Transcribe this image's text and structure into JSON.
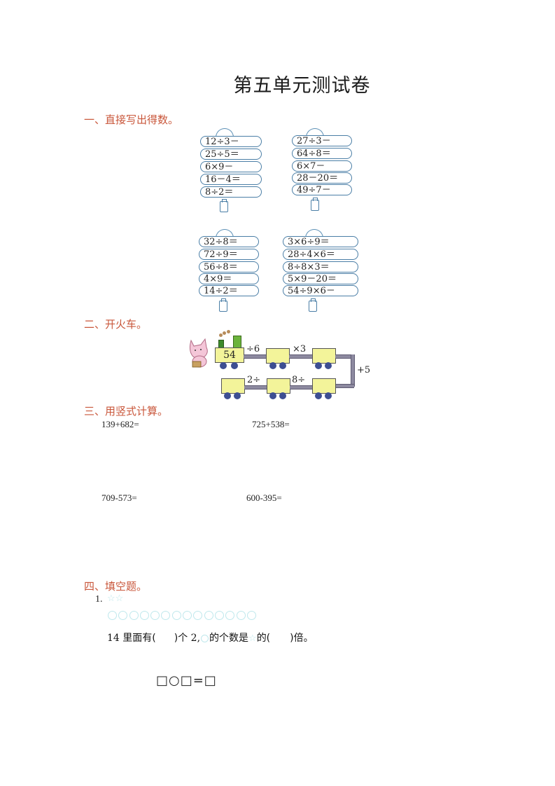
{
  "title": "第五单元测试卷",
  "sections": {
    "s1": {
      "heading": "一、直接写出得数。",
      "groups": [
        [
          "12÷3－",
          "25÷5＝",
          "6×9－",
          "16－4＝",
          "8÷2＝"
        ],
        [
          "27÷3－",
          "64÷8＝",
          "6×7－",
          "28－20＝",
          "49÷7－"
        ],
        [
          "32÷8＝",
          "72÷9＝",
          "56÷8＝",
          "4×9＝",
          "14÷2＝"
        ],
        [
          "3×6÷9＝",
          "28÷4×6＝",
          "8÷8×3＝",
          "5×9－20＝",
          "54÷9×6－"
        ]
      ]
    },
    "s2": {
      "heading": "二、开火车。",
      "start_value": "54",
      "ops": {
        "top1": "÷6",
        "top2": "×3",
        "right": "+5",
        "bottom1": "8÷",
        "bottom2": "2÷"
      }
    },
    "s3": {
      "heading": "三、用竖式计算。",
      "problems": [
        "139+682=",
        "725+538=",
        "709-573=",
        "600-395="
      ]
    },
    "s4": {
      "heading": "四、填空题。",
      "q1": {
        "number": "1.",
        "stars": "☆☆",
        "circle_count": 14,
        "text_a": "14",
        "text_b": "里面有(",
        "text_c": ")个",
        "text_d": "2,",
        "text_e": "的个数是",
        "text_f": "的(",
        "text_g": ")倍。"
      },
      "equation": "□○□=□"
    }
  },
  "colors": {
    "heading": "#c9573b",
    "bubble_border": "#4a7ea6",
    "car_fill": "#f3f49a",
    "wheel": "#3d4e92",
    "shape_outline": "#bfe8ec"
  }
}
